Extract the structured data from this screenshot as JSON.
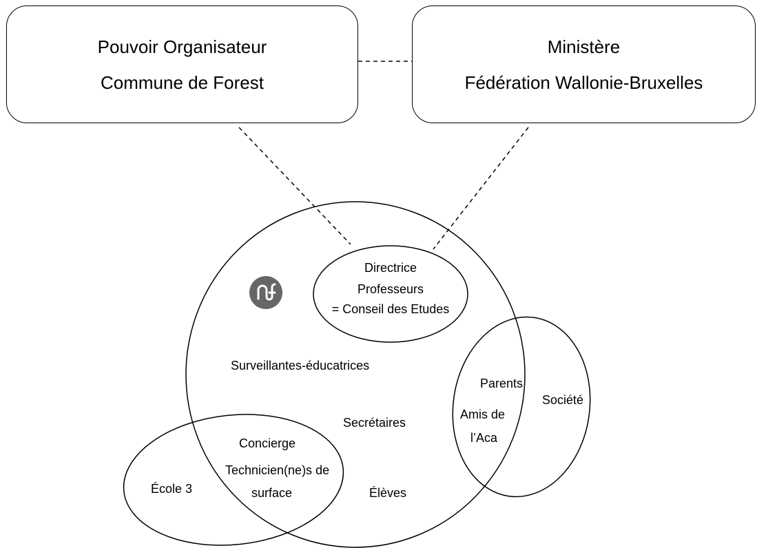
{
  "org_boxes": {
    "left": {
      "title": "Pouvoir Organisateur",
      "subtitle": "Commune de Forest"
    },
    "right": {
      "title": "Ministère",
      "subtitle": "Fédération Wallonie-Bruxelles"
    }
  },
  "direction": {
    "line1": "Directrice",
    "line2": "Professeurs",
    "line3": "= Conseil des Etudes"
  },
  "members": {
    "surveillantes": "Surveillantes-éducatrices",
    "secretaires": "Secrétaires",
    "eleves": "Élèves",
    "concierge": "Concierge",
    "techniciens_line1": "Technicien(ne)s de",
    "techniciens_line2": "surface"
  },
  "external": {
    "parents": "Parents",
    "amis_line1": "Amis de",
    "amis_line2": "l’Aca",
    "societe": "Société",
    "ecole3": "École 3"
  },
  "logo": {
    "icon": "af-logo-icon",
    "color": "#666666"
  }
}
